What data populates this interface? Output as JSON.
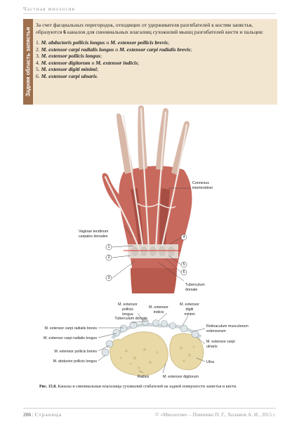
{
  "running_head": "Частная миология",
  "sidebar_title": "Задняя область запястья",
  "intro_plain_before": "За счет фасциальных перегородок, отходящих от удерживателя разгибателей к костям запястья, образуются ",
  "intro_number": "6",
  "intro_plain_after": " каналов для синовиальных влагалищ сухожилий мышц разгибателей кисти и пальцев:",
  "channels": [
    {
      "num": "1.",
      "a": "M. abductoris pollicis longus",
      "conj": " и ",
      "b": "M. extensor pollicis brevis",
      "end": ";"
    },
    {
      "num": "2.",
      "a": "M. extensor carpi radialis longus",
      "conj": " и ",
      "b": "M. extensor carpi radialis brevis",
      "end": ";"
    },
    {
      "num": "3.",
      "a": "M. extensor pollicis longus",
      "conj": "",
      "b": "",
      "end": ";"
    },
    {
      "num": "4.",
      "a": "M. extensor digitorum",
      "conj": " и ",
      "b": "M. extensor indicis",
      "end": ";"
    },
    {
      "num": "5.",
      "a": "M. extensor digiti minimi",
      "conj": "",
      "b": "",
      "end": ";"
    },
    {
      "num": "6.",
      "a": "M. extensor carpi ulnaris",
      "conj": "",
      "b": "",
      "end": "."
    }
  ],
  "figure": {
    "top_labels": {
      "connexus_1": "Connexus",
      "connexus_2": "intertendinei",
      "vaginae_1": "Vaginae tendinum",
      "vaginae_2": "carpales dorsales",
      "tuberculum_1": "Tuberculum",
      "tuberculum_2": "dorsale"
    },
    "markers": [
      "1",
      "2",
      "3",
      "4",
      "5",
      "6"
    ],
    "bottom_labels": {
      "epl_1": "M. extensor",
      "epl_2": "pollicis",
      "epl_3": "longus",
      "ei_1": "M. extensor",
      "ei_2": "indicis",
      "edm_1": "M. extensor",
      "edm_2": "digiti",
      "edm_3": "minimi",
      "tub_dorsale": "Tuberculum dorsale",
      "ecrb": "M. extensor carpi radialis brevis",
      "ecrl": "M. extensor carpi radialis longus",
      "epb": "M. extensor pollicis brevis",
      "apl": "M. abductor pollicis longus",
      "radius": "Radius",
      "ed": "M. extensor digitorum",
      "ulna": "Ulna",
      "retinaculum_1": "Retinaculum musculorum",
      "retinaculum_2": "extensorum",
      "ecu_1": "M. extensor carpi",
      "ecu_2": "ulnaris"
    }
  },
  "caption_label": "Рис. 15.8.",
  "caption_text": " Каналы и синовиальные влагалища сухожилий сгибателей на задней поверхности запястья и кисти.",
  "footer": {
    "page_number": "206",
    "separator": " | ",
    "page_word": "Страница",
    "copyright": "© «Миология» – Пивченко П. Г., Холамов А. И., 2015 г."
  }
}
